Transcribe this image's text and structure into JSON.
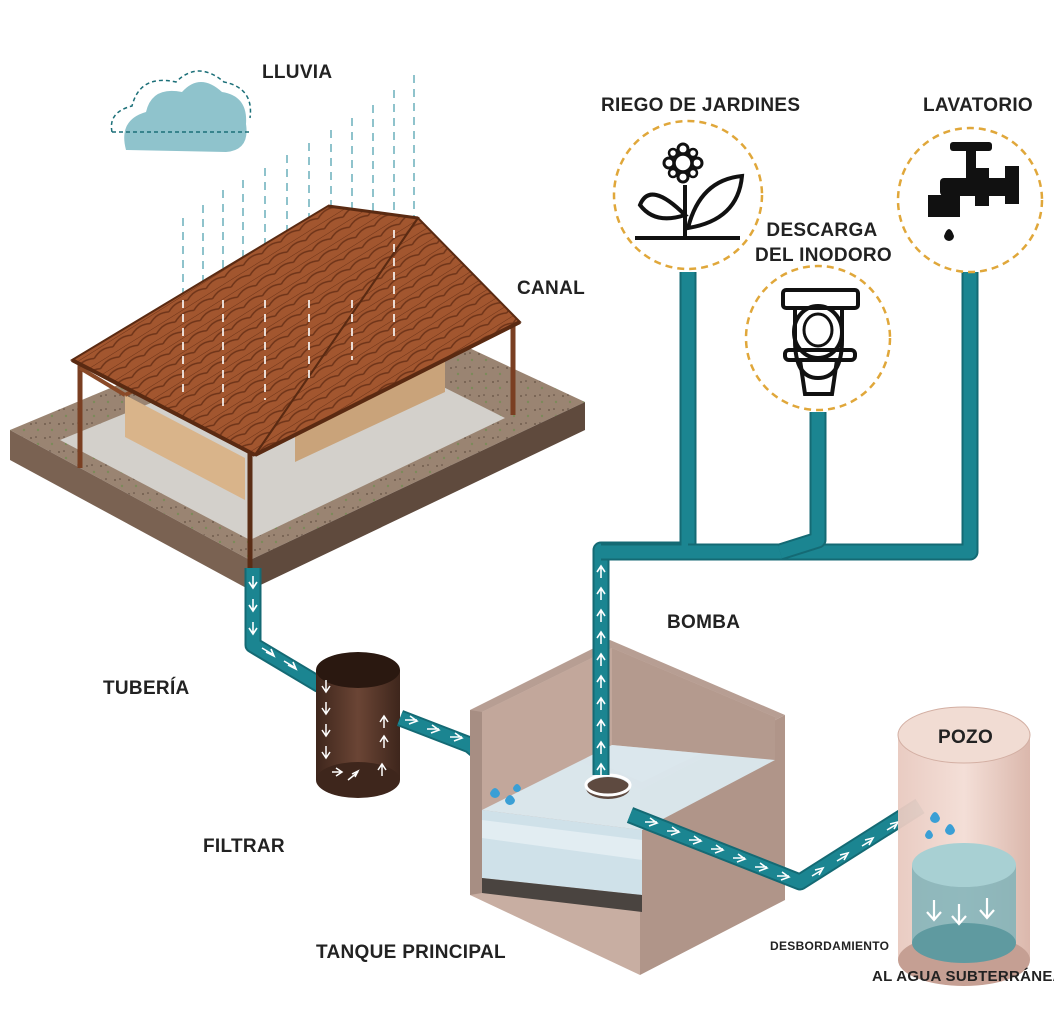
{
  "labels": {
    "rain": "LLUVIA",
    "gutter": "CANAL",
    "pipe": "TUBERÍA",
    "filter": "FILTRAR",
    "main_tank": "TANQUE PRINCIPAL",
    "pump": "BOMBA",
    "well": "POZO",
    "garden_irrigation": "RIEGO DE JARDINES",
    "sink": "LAVATORIO",
    "toilet_flush_line1": "DESCARGA",
    "toilet_flush_line2": "DEL INODORO",
    "overflow": "DESBORDAMIENTO",
    "groundwater": "AL AGUA SUBTERRÁNEA"
  },
  "icons": {
    "cloud": "cloud-icon",
    "garden": "flower-plant-icon",
    "toilet": "toilet-icon",
    "sink": "faucet-icon"
  },
  "colors": {
    "pipe": "#1b8591",
    "pipe_dark": "#146a74",
    "cloud": "#8fc3cc",
    "roof": "#9b4f2a",
    "ground": "#8a7361",
    "tank_wall": "#cdb3a8",
    "water": "#d6e8ef",
    "icon_ring": "#e0a73a",
    "filter_body": "#5a3a2c",
    "text": "#222222"
  }
}
